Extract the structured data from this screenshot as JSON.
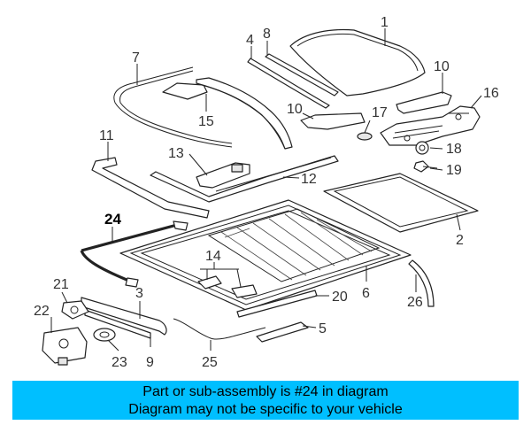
{
  "callouts": {
    "p1": "1",
    "p2": "2",
    "p3": "3",
    "p4": "4",
    "p5": "5",
    "p6": "6",
    "p7": "7",
    "p8": "8",
    "p9": "9",
    "p10a": "10",
    "p10b": "10",
    "p11": "11",
    "p12": "12",
    "p13": "13",
    "p14": "14",
    "p15": "15",
    "p16": "16",
    "p17": "17",
    "p18": "18",
    "p19": "19",
    "p20": "20",
    "p21": "21",
    "p22": "22",
    "p23": "23",
    "p24": "24",
    "p25": "25",
    "p26": "26"
  },
  "highlighted_part": "24",
  "banner": {
    "line1": "Part or sub-assembly is #24 in diagram",
    "line2": "Diagram may not be specific to your vehicle",
    "color": "#00bfff"
  }
}
